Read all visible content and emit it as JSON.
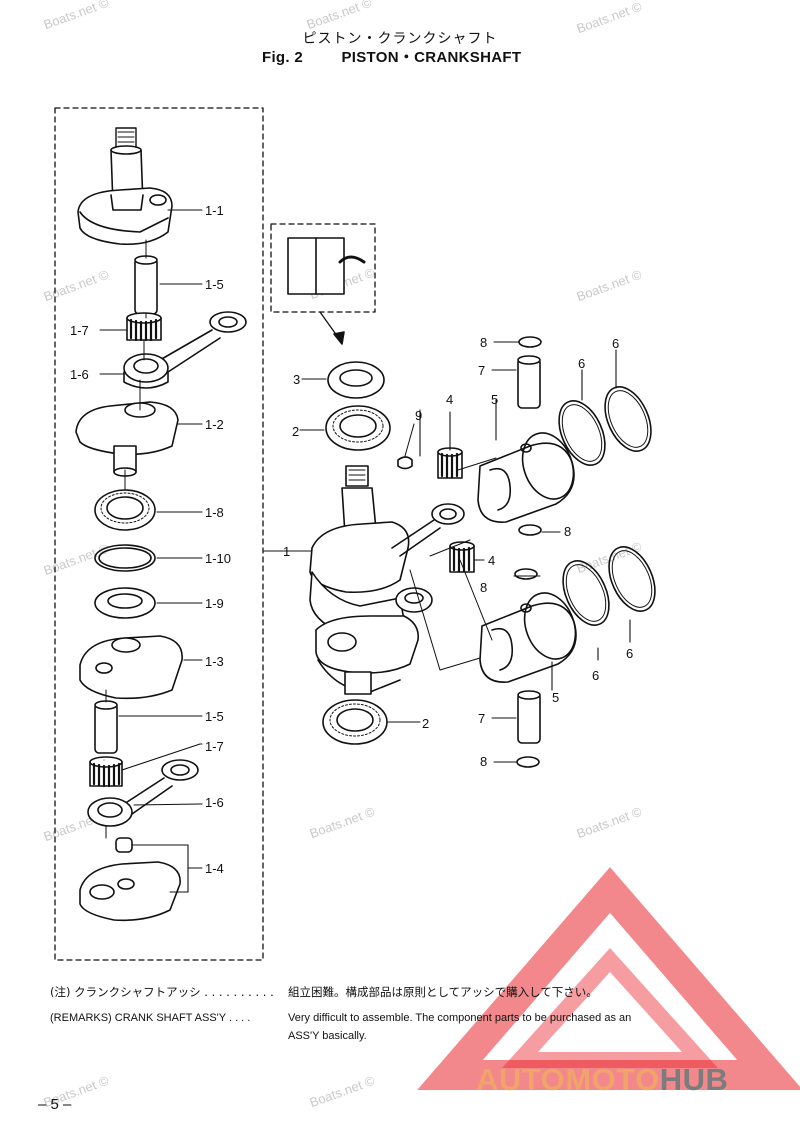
{
  "header": {
    "title_jp": "ピストン・クランクシャフト",
    "fig_no": "Fig. 2",
    "title_en": "PISTON・CRANKSHAFT"
  },
  "watermark": "Boats.net ©",
  "part_labels": [
    "1-1",
    "1-5",
    "1-7",
    "1-6",
    "1-2",
    "1-8",
    "1-10",
    "1-9",
    "1-3",
    "1-5",
    "1-7",
    "1-6",
    "1-4",
    "1",
    "2",
    "3",
    "2",
    "9",
    "4",
    "4",
    "5",
    "5",
    "6",
    "6",
    "6",
    "6",
    "7",
    "7",
    "8",
    "8",
    "8",
    "8"
  ],
  "remarks": {
    "jp_label": "(注) クランクシャフトアッシ . . . . . . . . . .",
    "jp_text": "組立困難。構成部品は原則としてアッシで購入して下さい。",
    "en_label": "(REMARKS) CRANK SHAFT ASS'Y . . . .",
    "en_text_1": "Very difficult to assemble. The component parts to be purchased as an",
    "en_text_2": "ASS'Y basically."
  },
  "page_number": "– 5 –",
  "logo": {
    "text_a": "AUTOMOTO",
    "text_b": "HUB",
    "color_a": "#f0a36a",
    "color_b": "#7c7c7c",
    "triangle_color": "#e8262c"
  }
}
